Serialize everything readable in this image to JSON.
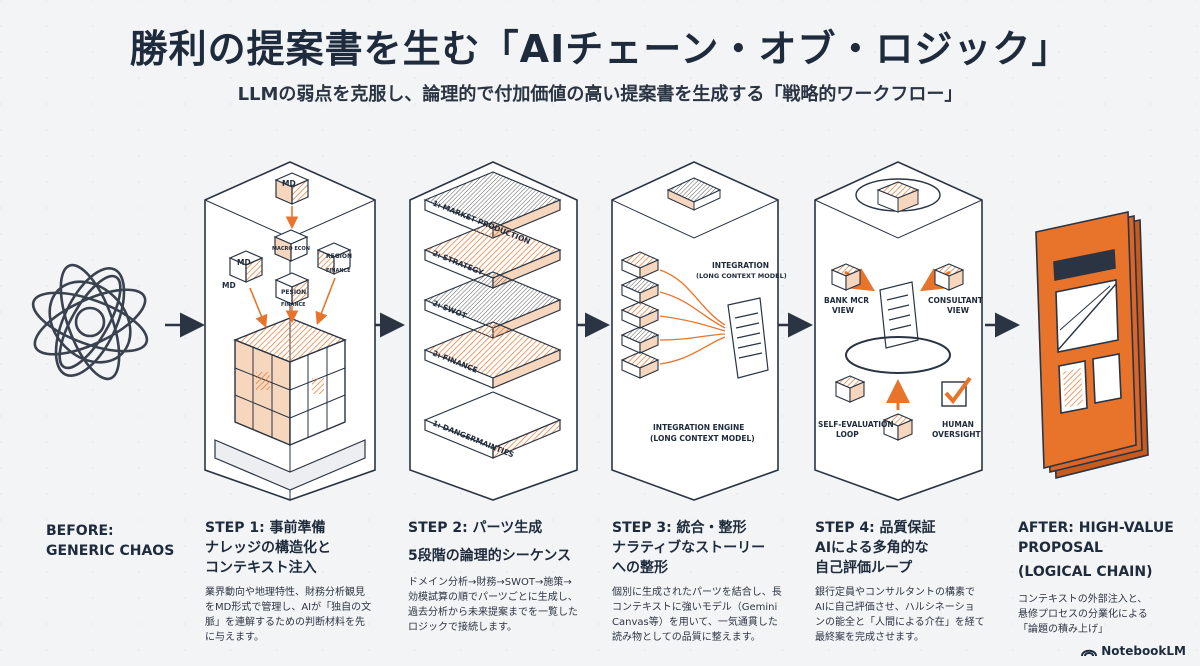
{
  "header": {
    "title": "勝利の提案書を生む「AIチェーン・オブ・ロジック」",
    "subtitle": "LLMの弱点を克服し、論理的で付加価値の高い提案書を生成する「戦略的ワークフロー」"
  },
  "columns": {
    "before": {
      "heading_1": "BEFORE:",
      "heading_2": "GENERIC CHAOS"
    },
    "step1": {
      "heading_1": "STEP 1: 事前準備",
      "heading_2": "ナレッジの構造化と",
      "heading_3": "コンテキスト注入",
      "desc_1": "業界動向や地理特性、財務分析観見",
      "desc_2": "をMD形式で管理し、AIが「独自の文",
      "desc_3": "脈」を連解するための判断材料を先",
      "desc_4": "に与えます。"
    },
    "step2": {
      "heading_1": "STEP 2: パーツ生成",
      "heading_2": "5段階の論理的シーケンス",
      "desc_1": "ドメイン分析→財務→SWOT→施策→",
      "desc_2": "効模試算の順でパーツごとに生成し、",
      "desc_3": "過去分析から未来提案までを一覧した",
      "desc_4": "ロジックで接続します。"
    },
    "step3": {
      "heading_1": "STEP 3: 統合・整形",
      "heading_2": "ナラティブなストーリー",
      "heading_3": "への整形",
      "desc_1": "個別に生成されたパーツを結合し、長",
      "desc_2": "コンテキストに強いモデル（Gemini",
      "desc_3": "Canvas等）を用いて、一気通貫した",
      "desc_4": "読み物としての品質に整えます。"
    },
    "step4": {
      "heading_1": "STEP 4: 品質保証",
      "heading_2": "AIによる多角的な",
      "heading_3": "自己評価ループ",
      "desc_1": "銀行定員やコンサルタントの構素で",
      "desc_2": "AIに自己評価させ、ハルシネーショ",
      "desc_3": "ンの能全と「人間による介在」を経て",
      "desc_4": "最終案を完成させます。"
    },
    "after": {
      "heading_1": "AFTER: HIGH-VALUE",
      "heading_2": "PROPOSAL",
      "heading_3": "(LOGICAL CHAIN)",
      "desc_1": "コンテキストの外部注入と、",
      "desc_2": "悬修プロセスの分業化による",
      "desc_3": "「論題の積み上げ」"
    }
  },
  "illustration": {
    "step1_cubes": {
      "md_top": "MD",
      "md_left": "MD",
      "md_left2": "MD",
      "cube_center": "MACRO ECON",
      "cube_region": "REGION",
      "cube_finance": "FINANCE",
      "cube_pesion": "PESION",
      "cube_finance2": "FINANCE"
    },
    "step2_layers": {
      "layer_1": "1: MARKET PRODUCTION",
      "layer_2": "2: STRATEGY",
      "layer_3": "2: SWOT",
      "layer_4": "2: FINANCE",
      "layer_5": "1: DANGERMAINTIES"
    },
    "step3_labels": {
      "integration_1": "INTEGRATION",
      "integration_2": "(LONG CONTEXT MODEL)",
      "engine_1": "INTEGRATION ENGINE",
      "engine_2": "(LONG CONTEXT MODEL)"
    },
    "step4_labels": {
      "bank_1": "BANK MCR",
      "bank_2": "VIEW",
      "consultant_1": "CONSULTANT",
      "consultant_2": "VIEW",
      "loop_1": "SELF-EVALUATION",
      "loop_2": "LOOP",
      "human_1": "HUMAN",
      "human_2": "OVERSIGHT"
    }
  },
  "brand": {
    "logo_text": "NotebookLM"
  },
  "colors": {
    "accent": "#e8742b",
    "ink": "#1e2b3c",
    "panel": "#ffffff",
    "background": "#f3f4f6"
  }
}
